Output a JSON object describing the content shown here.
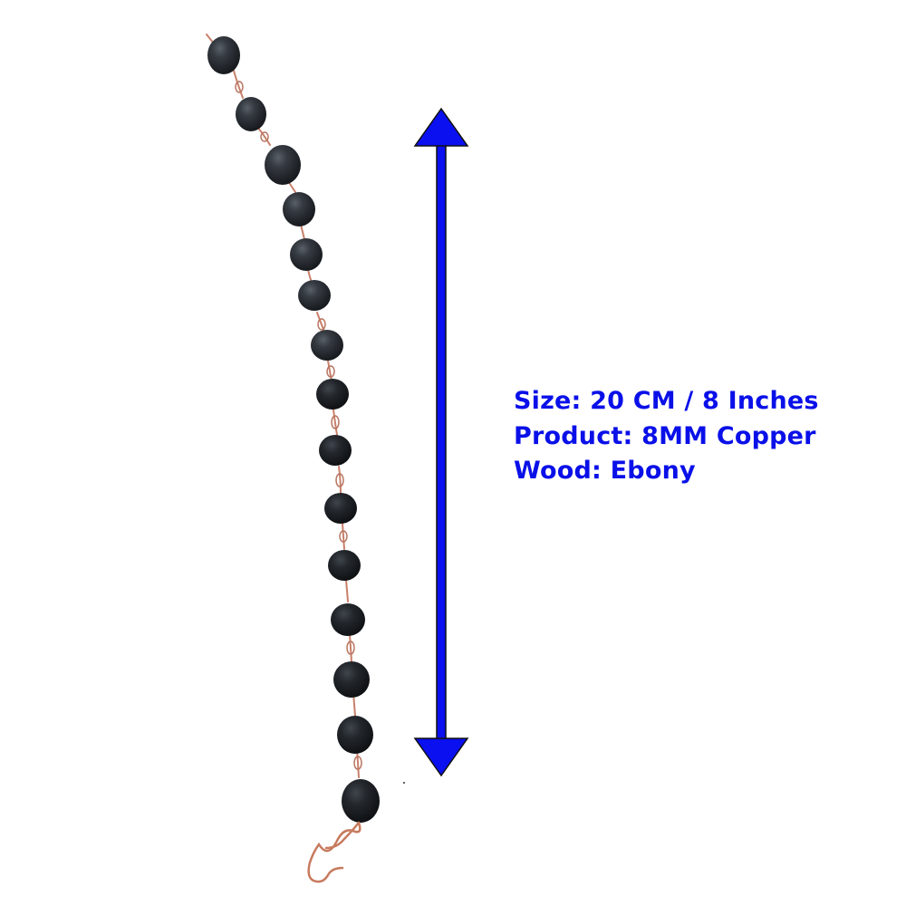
{
  "product_image": {
    "subject": "Ebony wood bead bracelet on copper wire with S-hook clasp",
    "bead_count": 15,
    "bead_color": "#23272c",
    "wire_color": "#c8806a",
    "background_color": "#ffffff"
  },
  "measurement_arrow": {
    "icon": "double-headed-vertical-arrow",
    "color": "#0a10f0",
    "outline_color": "#111111"
  },
  "specs": {
    "size": "Size: 20 CM / 8 Inches",
    "product": "Product: 8MM Copper",
    "wood": "Wood: Ebony",
    "text_color": "#0a10e8"
  }
}
